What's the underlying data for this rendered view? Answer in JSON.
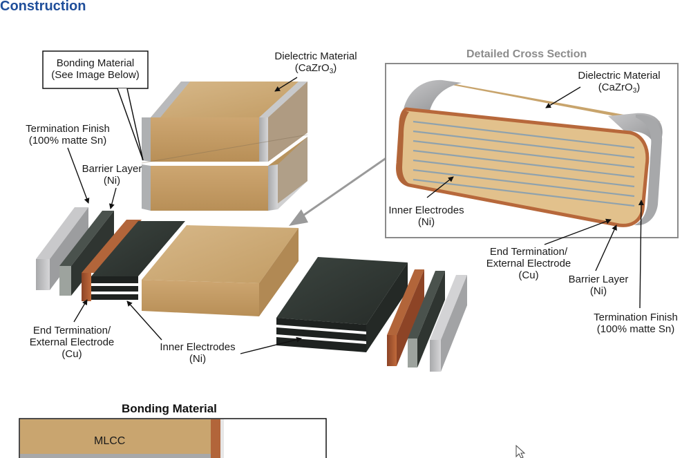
{
  "page_title": "Construction",
  "callout": {
    "line1": "Bonding Material",
    "line2": "(See Image Below)"
  },
  "left_labels": {
    "dielectric_line1": "Dielectric Material",
    "dielectric_formula": "(CaZrO3)",
    "termination_finish_line1": "Termination Finish",
    "termination_finish_line2": "(100% matte Sn)",
    "barrier_layer_line1": "Barrier Layer",
    "barrier_layer_line2": "(Ni)",
    "end_termination_line1": "End Termination/",
    "end_termination_line2": "External Electrode",
    "end_termination_line3": "(Cu)",
    "inner_electrodes_line1": "Inner Electrodes",
    "inner_electrodes_line2": "(Ni)"
  },
  "cross_section": {
    "title": "Detailed Cross Section",
    "dielectric_line1": "Dielectric Material",
    "dielectric_formula": "(CaZrO3)",
    "inner_electrodes_line1": "Inner Electrodes",
    "inner_electrodes_line2": "(Ni)"
  },
  "right_labels": {
    "end_termination_line1": "End Termination/",
    "end_termination_line2": "External Electrode",
    "end_termination_line3": "(Cu)",
    "barrier_layer_line1": "Barrier Layer",
    "barrier_layer_line2": "(Ni)",
    "termination_finish_line1": "Termination Finish",
    "termination_finish_line2": "(100% matte Sn)"
  },
  "bonding": {
    "title": "Bonding Material",
    "mlcc_label": "MLCC"
  },
  "colors": {
    "heading_blue": "#1f4e9a",
    "ceramic_tan": "#c9a56f",
    "tin_gray": "#b9b9bb",
    "nickel_dark": "#2f3531",
    "copper": "#a4572f",
    "frame_gray": "#8a8a8a"
  }
}
